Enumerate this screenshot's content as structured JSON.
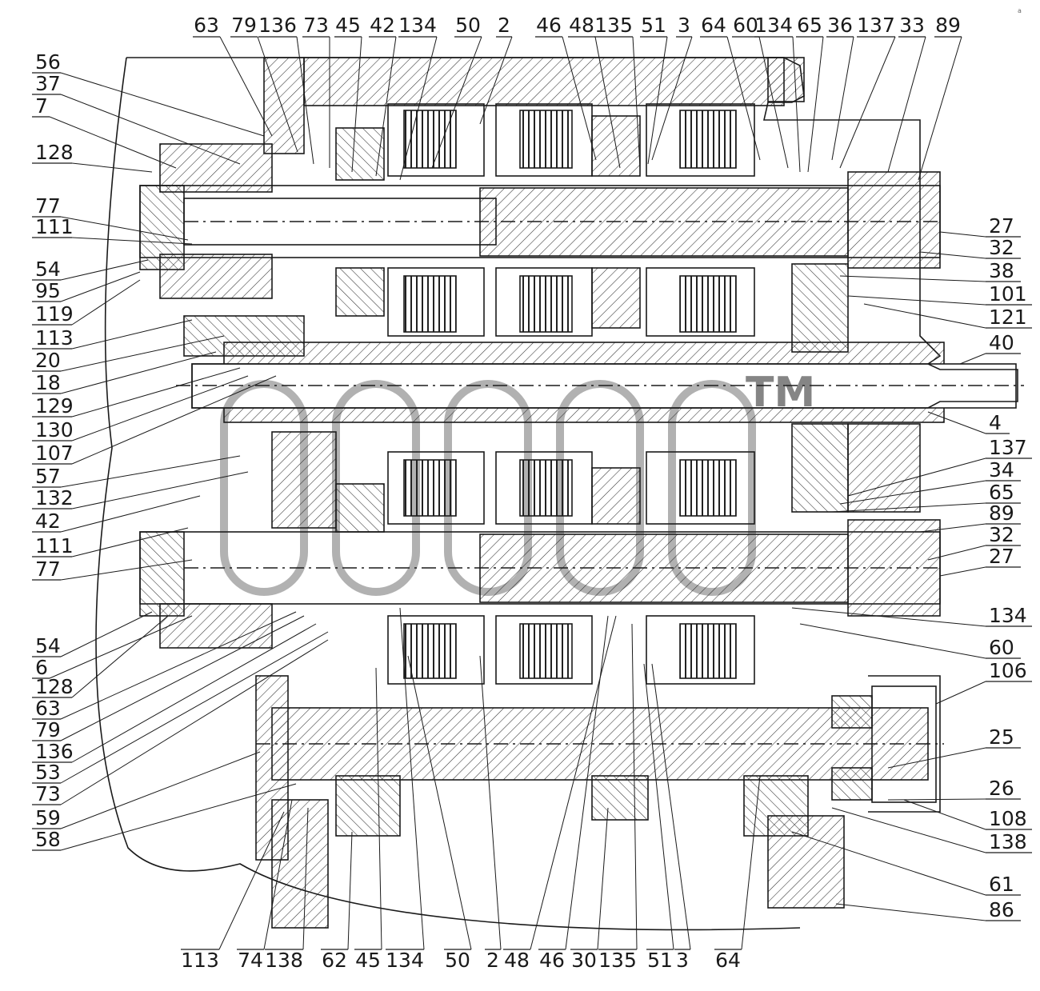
{
  "watermark": {
    "mark": "TM",
    "corner_mark": "a"
  },
  "labels_top": [
    "63",
    "79",
    "136",
    "73",
    "45",
    "42",
    "134",
    "50",
    "2",
    "46",
    "48",
    "135",
    "51",
    "3",
    "64",
    "60",
    "134",
    "65",
    "36",
    "137",
    "33",
    "89"
  ],
  "labels_left": [
    "56",
    "37",
    "7",
    "128",
    "77",
    "111",
    "54",
    "95",
    "119",
    "113",
    "20",
    "18",
    "129",
    "130",
    "107",
    "57",
    "132",
    "42",
    "111",
    "77",
    "54",
    "6",
    "128",
    "63",
    "79",
    "136",
    "53",
    "73",
    "59",
    "58"
  ],
  "labels_right": [
    "27",
    "32",
    "38",
    "101",
    "121",
    "40",
    "4",
    "137",
    "34",
    "65",
    "89",
    "32",
    "27",
    "134",
    "60",
    "106",
    "25",
    "26",
    "108",
    "138",
    "61",
    "86"
  ],
  "labels_bottom": [
    "113",
    "74",
    "138",
    "62",
    "45",
    "134",
    "50",
    "2",
    "48",
    "46",
    "30",
    "135",
    "51",
    "3",
    "64"
  ],
  "colors": {
    "line": "#1a1a1a",
    "hatch": "#333333",
    "background": "#ffffff",
    "watermark": "#222222"
  }
}
